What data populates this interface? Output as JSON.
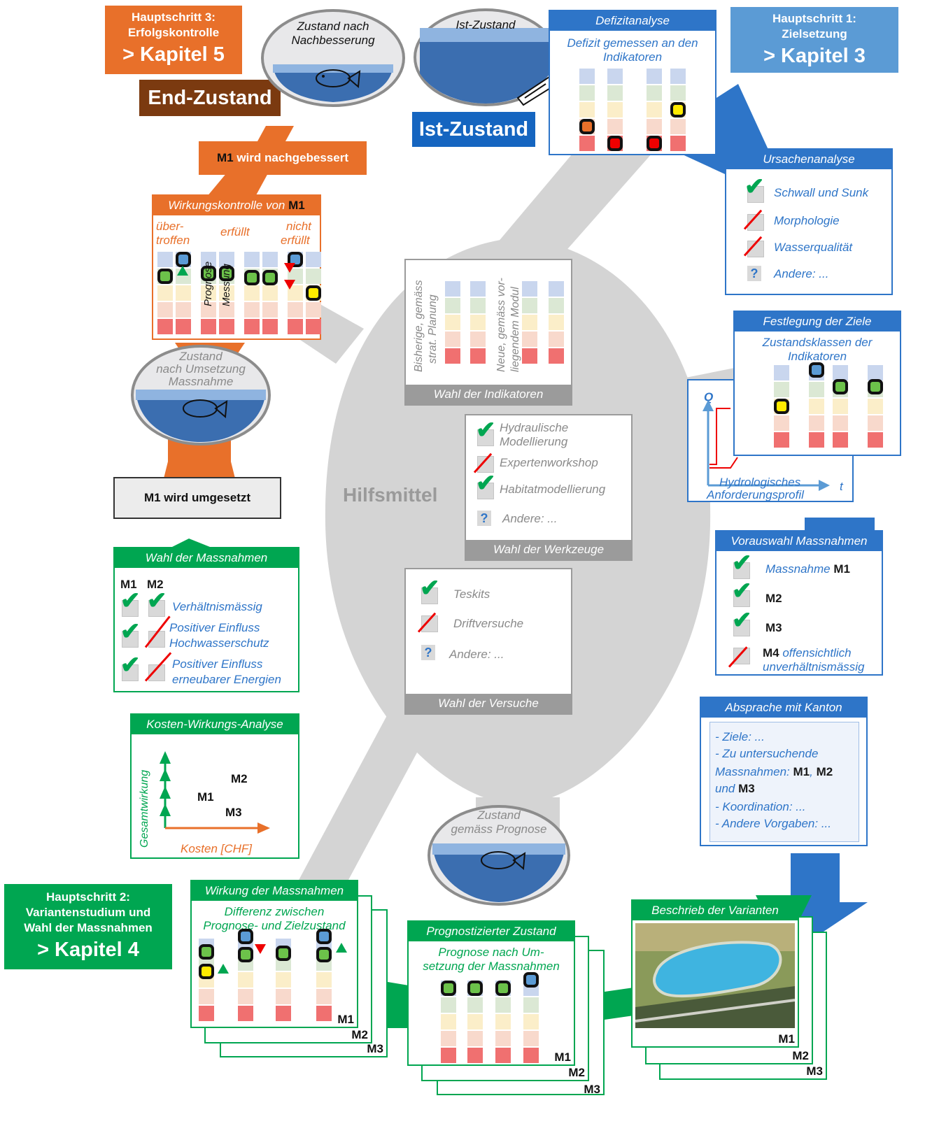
{
  "hauptschritt1": {
    "line1": "Hauptschritt 1:",
    "line2": "Zielsetzung",
    "kapitel": "> Kapitel 3"
  },
  "hauptschritt2": {
    "line1": "Hauptschritt 2:",
    "line2": "Variantenstudium und",
    "line3": "Wahl der Massnahmen",
    "kapitel": "> Kapitel 4"
  },
  "hauptschritt3": {
    "line1": "Hauptschritt 3:",
    "line2": "Erfolgskontrolle",
    "kapitel": "> Kapitel 5"
  },
  "end_zustand": "End-Zustand",
  "ist_zustand": "Ist-Zustand",
  "ellipse_nach": {
    "line1": "Zustand nach",
    "line2": "Nachbesserung"
  },
  "ellipse_ist": "Ist-Zustand",
  "ellipse_umsetzung": {
    "line1": "Zustand",
    "line2": "nach Umsetzung",
    "line3": "Massnahme"
  },
  "ellipse_prognose": {
    "line1": "Zustand",
    "line2": "gemäss Prognose"
  },
  "m1_nachgebessert": {
    "bold": "M1",
    "rest": " wird nachgebessert"
  },
  "m1_umgesetzt": "M1 wird umgesetzt",
  "hilfsmittel": "Hilfsmittel",
  "defizitanalyse": {
    "title": "Defizitanalyse",
    "sub1": "Defizit gemessen an den",
    "sub2": "Indikatoren"
  },
  "ursachenanalyse": {
    "title": "Ursachenanalyse",
    "items": [
      "Schwall und Sunk",
      "Morphologie",
      "Wasserqualität",
      "Andere: ..."
    ]
  },
  "festlegung": {
    "title": "Festlegung der Ziele",
    "sub1": "Zustandsklassen der",
    "sub2": "Indikatoren"
  },
  "hydrologisch": {
    "q": "Q",
    "t": "t",
    "line1": "Hydrologisches",
    "line2": "Anforderungsprofil"
  },
  "vorauswahl": {
    "title": "Vorauswahl Massnahmen",
    "m1_pre": "Massnahme ",
    "m1": "M1",
    "m2": "M2",
    "m3": "M3",
    "m4": "M4",
    "m4_txt1": " offensichtlich",
    "m4_txt2": "unverhältnismässig"
  },
  "absprache": {
    "title": "Absprache mit Kanton",
    "l1": "- Ziele: ...",
    "l2": "- Zu untersuchende",
    "l3a": "Massnahmen: ",
    "l3b": "M1",
    "l3c": ", ",
    "l3d": "M2",
    "l4a": "und ",
    "l4b": "M3",
    "l5": "- Koordination: ...",
    "l6": "- Andere Vorgaben: ..."
  },
  "beschrieb": {
    "title": "Beschrieb der Varianten",
    "m1": "M1",
    "m2": "M2",
    "m3": "M3"
  },
  "prognostiziert": {
    "title": "Prognostizierter Zustand",
    "sub1": "Prognose nach Um-",
    "sub2": "setzung der Massnahmen",
    "m1": "M1",
    "m2": "M2",
    "m3": "M3"
  },
  "wirkung": {
    "title": "Wirkung der Massnahmen",
    "sub1": "Differenz zwischen",
    "sub2": "Prognose- und Zielzustand",
    "m1": "M1",
    "m2": "M2",
    "m3": "M3"
  },
  "kosten": {
    "title": "Kosten-Wirkungs-Analyse",
    "ylabel": "Gesamtwirkung",
    "xlabel": "Kosten [CHF]",
    "m1": "M1",
    "m2": "M2",
    "m3": "M3"
  },
  "wahl_massnahmen": {
    "title": "Wahl der Massnahmen",
    "m1": "M1",
    "m2": "M2",
    "items": [
      "Verhältnismässig",
      "Positiver Einfluss",
      "Hochwasserschutz",
      "Positiver Einfluss",
      "erneubarer Energien"
    ]
  },
  "wirkungskontrolle": {
    "title_pre": "Wirkungskontrolle von ",
    "title_m": "M1",
    "uebertroffen1": "über-",
    "uebertroffen2": "troffen",
    "erfuellt": "erfüllt",
    "nicht1": "nicht",
    "nicht2": "erfüllt",
    "prognose": "Prognose",
    "messung": "Messung"
  },
  "indikatoren": {
    "footer": "Wahl der  Indikatoren",
    "left1": "Bisherige, gemäss",
    "left2": "strat. Planung",
    "right1": "Neue, gemäss vor-",
    "right2": "liegendem Modul"
  },
  "werkzeuge": {
    "footer": "Wahl der  Werkzeuge",
    "items": [
      "Hydraulische",
      "Modellierung",
      "Expertenworkshop",
      "Habitatmodellierung",
      "Andere: ..."
    ]
  },
  "versuche": {
    "footer": "Wahl der Versuche",
    "items": [
      "Teskits",
      "Driftversuche",
      "Andere: ..."
    ]
  },
  "colors": {
    "blue": "#2e75c8",
    "green": "#00a651",
    "orange": "#e8702a",
    "brown": "#7b3a10",
    "gray": "#cfcfcf"
  }
}
